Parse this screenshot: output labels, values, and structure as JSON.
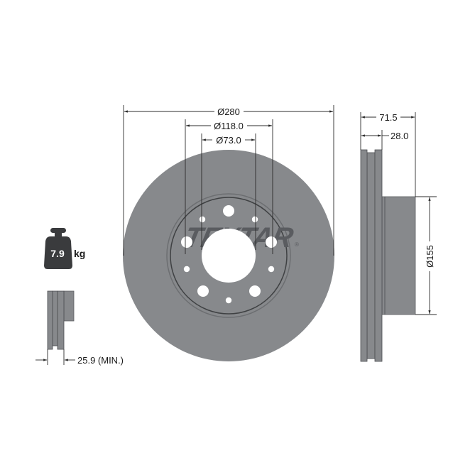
{
  "brand": {
    "logo_text": "TEXTAR",
    "registered_mark": "®"
  },
  "colors": {
    "disc_fill": "#87898c",
    "disc_dark": "#4a4c4f",
    "line": "#2b2b2b",
    "background": "#ffffff",
    "weight_icon": "#3a3b3d",
    "logo": "#5a5c60",
    "logo_light": "#c9cacc"
  },
  "front_view": {
    "dimensions": {
      "outer_diameter": "Ø280",
      "bolt_circle": "Ø118.0",
      "center_bore": "Ø73.0"
    },
    "large_holes": 5,
    "small_holes": 5
  },
  "side_view": {
    "dimensions": {
      "total_height": "71.5",
      "disc_thickness": "28.0",
      "hat_diameter": "Ø155"
    }
  },
  "weight": {
    "value": "7.9",
    "unit": "kg",
    "icon": "weight-icon"
  },
  "min_thickness": {
    "label": "25.9 (MIN.)"
  }
}
